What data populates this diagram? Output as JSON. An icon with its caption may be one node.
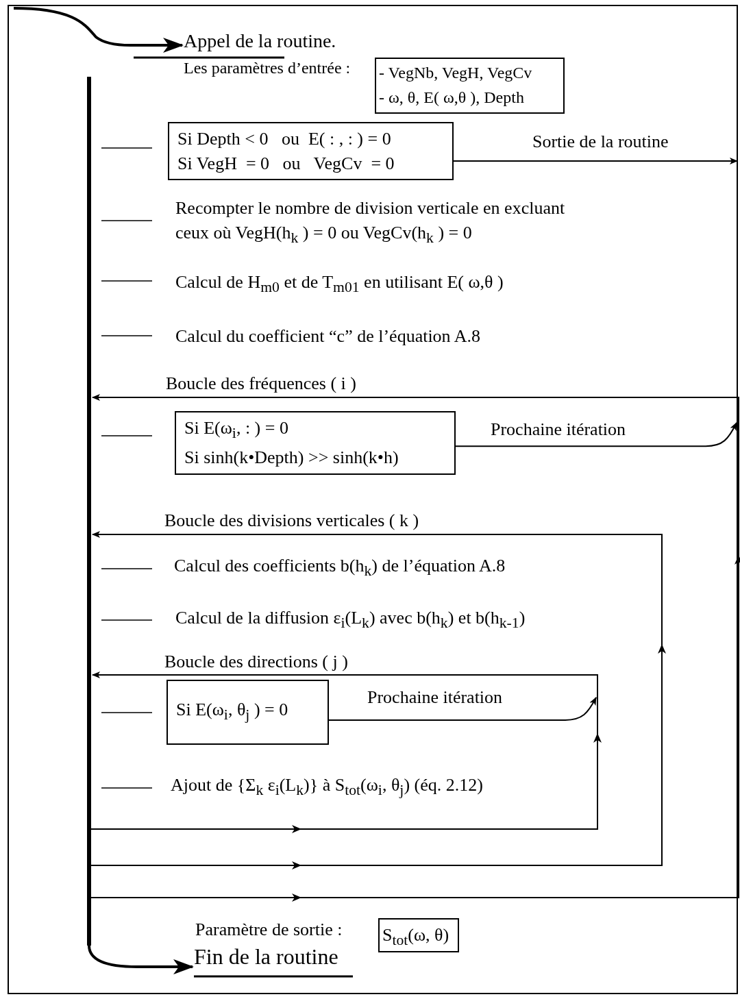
{
  "diagram": {
    "nodes": [
      {
        "text": [
          "Appel de la routine."
        ]
      },
      {
        "text": [
          "Les paramètres d’entrée :",
          "- VegNb, VegH, VegCv",
          "- ω, θ, E( ω,θ ), Depth"
        ]
      },
      {
        "text": [
          "Si Depth < 0   ou  E( : , : ) = 0",
          "Si VegH  = 0   ou   VegCv  = 0"
        ]
      },
      {
        "text": [
          "Si E(ω$_{i}$, : ) = 0",
          "Si sinh(k•Depth) >> sinh(k•h)"
        ]
      },
      {
        "text": [
          "Si E(ω$_{i}$, θ$_{j}$ ) = 0"
        ]
      },
      {
        "text": [
          "Paramètre de sortie :",
          "S$_{tot}$(ω, θ)"
        ]
      },
      {
        "text": [
          "Fin de la routine"
        ]
      }
    ],
    "edges": [
      {
        "from": null,
        "to": 0,
        "arrow": "to"
      },
      {
        "from": 2,
        "to": null,
        "arrow": "to",
        "label": "Sortie de la routine"
      },
      {
        "from": 3,
        "to": null,
        "arrow": "to",
        "label": "Prochaine itération"
      },
      {
        "from": 4,
        "to": null,
        "arrow": "to",
        "label": "Prochaine itération"
      },
      {
        "from": null,
        "to": 6,
        "arrow": "to"
      }
    ],
    "labels": [
      "Recompter le nombre de division verticale en excluant ceux où VegH(h$_{k}$ ) = 0 ou VegCv(h$_{k}$ )  =  0",
      "Calcul de H$_{m0}$ et de T$_{m01}$ en utilisant E( ω,θ )",
      "Calcul du coefficient “c” de l’équation A.8",
      "Boucle des fréquences ( i )",
      "Boucle des divisions verticales  ( k )",
      "Calcul des coefficients b(h$_{k}$) de l’équation A.8",
      "Calcul de la diffusion ε$_{i}$(L$_{k}$) avec b(h$_{k}$) et b(h$_{k-1}$)",
      "Boucle des directions ( j )",
      "Ajout de {Σ$_{k}$ ε$_{i}$(L$_{k}$)} à S$_{tot}$(ω$_{i}$, θ$_{j}$)  (éq. 2.12)"
    ]
  }
}
